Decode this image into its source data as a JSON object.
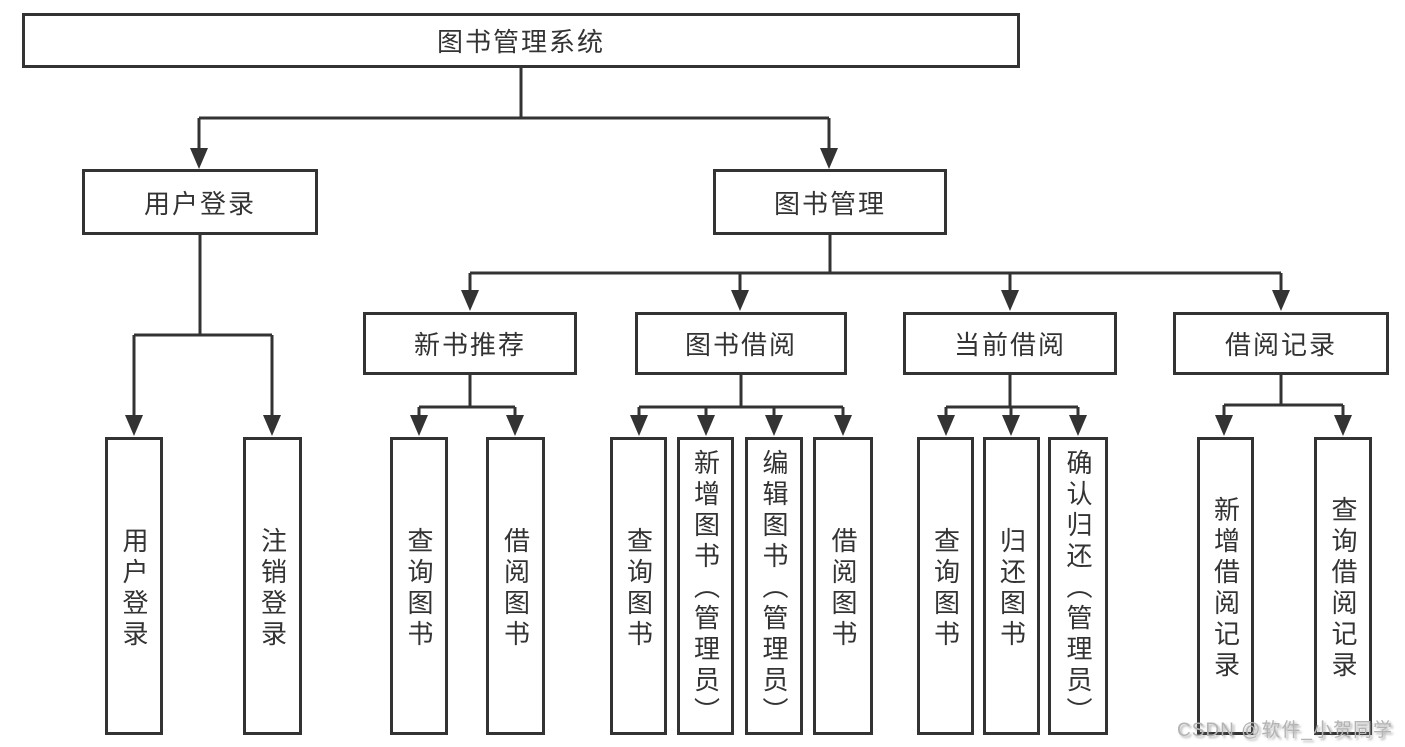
{
  "diagram": {
    "root": {
      "label": "图书管理系统"
    },
    "level1": [
      {
        "label": "用户登录",
        "children": [
          {
            "label": "用户登录"
          },
          {
            "label": "注销登录"
          }
        ]
      },
      {
        "label": "图书管理",
        "children": [
          {
            "label": "新书推荐",
            "children": [
              {
                "label": "查询图书"
              },
              {
                "label": "借阅图书"
              }
            ]
          },
          {
            "label": "图书借阅",
            "children": [
              {
                "label": "查询图书"
              },
              {
                "label": "新增图书（管理员）"
              },
              {
                "label": "编辑图书（管理员）"
              },
              {
                "label": "借阅图书"
              }
            ]
          },
          {
            "label": "当前借阅",
            "children": [
              {
                "label": "查询图书"
              },
              {
                "label": "归还图书"
              },
              {
                "label": "确认归还（管理员）"
              }
            ]
          },
          {
            "label": "借阅记录",
            "children": [
              {
                "label": "新增借阅记录"
              },
              {
                "label": "查询借阅记录"
              }
            ]
          }
        ]
      }
    ]
  },
  "watermark": {
    "text": "CSDN @软件_小贺同学"
  },
  "colors": {
    "line": "#333333",
    "box_border": "#333333",
    "text": "#333333",
    "watermark": "#b4b4b4",
    "background": "#ffffff"
  }
}
